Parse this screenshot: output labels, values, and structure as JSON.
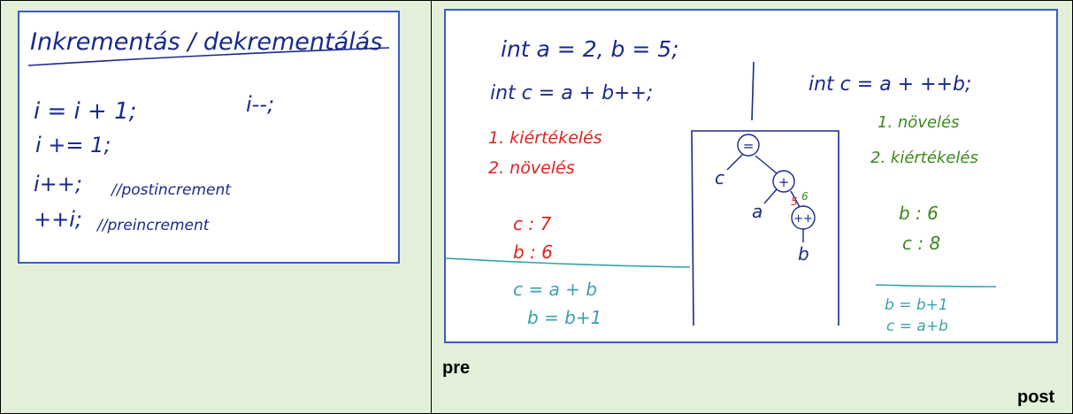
{
  "left_note": {
    "title": "Inkrementás / dekrementálás",
    "lines": [
      "i = i + 1;",
      "i--;",
      "i += 1;",
      "i++;",
      "//postincrement",
      "++i;",
      "//preincrement"
    ]
  },
  "right_note": {
    "decl": "int a = 2, b = 5;",
    "post": {
      "expr": "int c = a + b++;",
      "step1": "1. kiértékelés",
      "step2": "2. növelés",
      "c_val": "c : 7",
      "b_val": "b : 6",
      "rewrite1": "c = a + b",
      "rewrite2": "b = b+1"
    },
    "pre": {
      "expr": "int c = a + ++b;",
      "step1": "1. növelés",
      "step2": "2. kiértékelés",
      "b_val": "b : 6",
      "c_val": "c : 8",
      "rewrite1": "b = b+1",
      "rewrite2": "c = a+b"
    },
    "tree": {
      "root": "=",
      "c": "c",
      "plus": "+",
      "a": "a",
      "inc": "++",
      "b": "b",
      "n5": "5",
      "n6": "6"
    }
  },
  "labels": {
    "pre": "pre",
    "post": "post"
  },
  "colors": {
    "ink": "#1a2a8a",
    "red": "#e02020",
    "green": "#3a8a1a",
    "teal": "#3aa0b0",
    "card_border": "#3b5cc4"
  }
}
